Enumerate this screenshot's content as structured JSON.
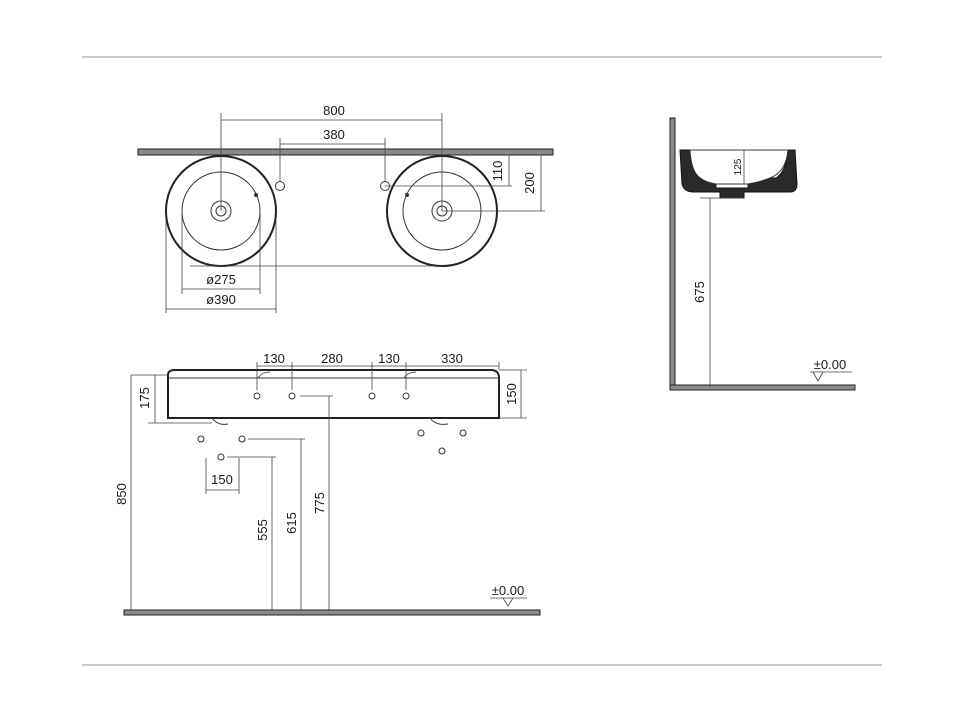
{
  "top_view": {
    "dims": {
      "d800": "800",
      "d380": "380",
      "d110": "110",
      "d200": "200",
      "d275": "ø275",
      "d390": "ø390"
    }
  },
  "front_view": {
    "dims": {
      "d130a": "130",
      "d280": "280",
      "d130b": "130",
      "d330": "330",
      "d175": "175",
      "d150r": "150",
      "d150b": "150",
      "d850": "850",
      "d555": "555",
      "d615": "615",
      "d775": "775"
    },
    "floor_label": "±0.00"
  },
  "side_view": {
    "dims": {
      "d125": "125",
      "d675": "675"
    },
    "floor_label": "±0.00"
  }
}
